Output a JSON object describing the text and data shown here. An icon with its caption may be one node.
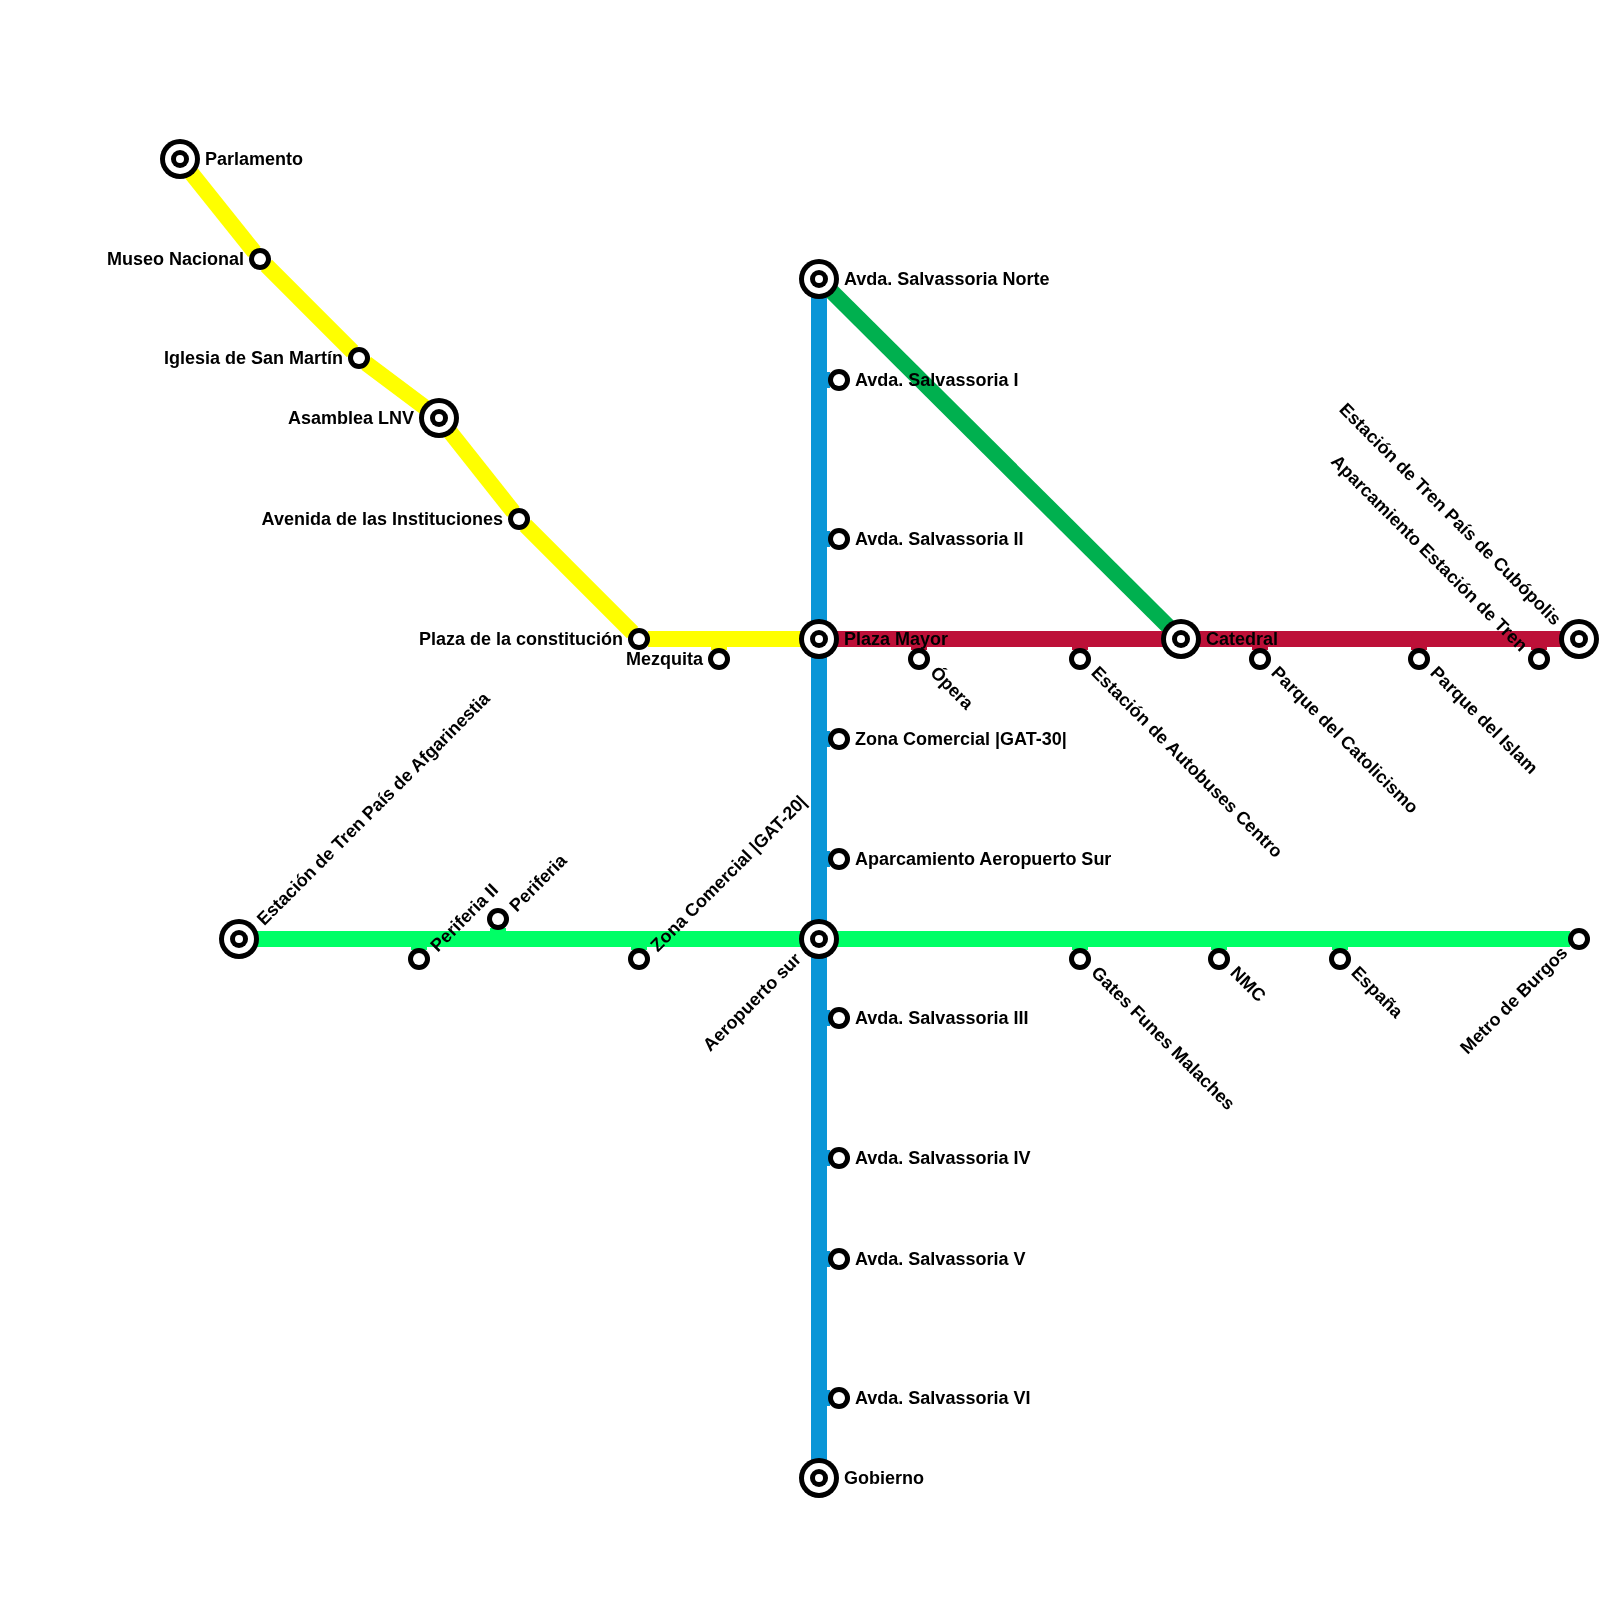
{
  "diagram": {
    "nodes": [
      {
        "text": [
          "Parlamento"
        ]
      },
      {
        "text": [
          "Museo Nacional"
        ]
      },
      {
        "text": [
          "Iglesia de San Martín"
        ]
      },
      {
        "text": [
          "Asamblea LNV"
        ]
      },
      {
        "text": [
          "Avenida de las Instituciones"
        ]
      },
      {
        "text": [
          "Plaza de la constitución"
        ]
      },
      {
        "text": [
          "Mezquita"
        ]
      },
      {
        "text": [
          "Plaza Mayor"
        ]
      },
      {
        "text": [
          "Avda. Salvassoria Norte"
        ]
      },
      {
        "text": [
          "Avda. Salvassoria I"
        ]
      },
      {
        "text": [
          "Avda. Salvassoria II"
        ]
      },
      {
        "text": [
          "Zona Comercial |GAT-30|"
        ]
      },
      {
        "text": [
          "Aparcamiento Aeropuerto Sur"
        ]
      },
      {
        "text": [
          "Aeropuerto sur"
        ]
      },
      {
        "text": [
          "Avda. Salvassoria III"
        ]
      },
      {
        "text": [
          "Avda. Salvassoria IV"
        ]
      },
      {
        "text": [
          "Avda. Salvassoria V"
        ]
      },
      {
        "text": [
          "Avda. Salvassoria VI"
        ]
      },
      {
        "text": [
          "Gobierno"
        ]
      },
      {
        "text": [
          "Catedral"
        ]
      },
      {
        "text": [
          "Ópera"
        ]
      },
      {
        "text": [
          "Estación de Autobuses Centro"
        ]
      },
      {
        "text": [
          "Parque del Catolicismo"
        ]
      },
      {
        "text": [
          "Parque del Islam"
        ]
      },
      {
        "text": [
          "Aparcamiento Estación de Tren"
        ]
      },
      {
        "text": [
          "Estación de Tren País de Cubópolis"
        ]
      },
      {
        "text": [
          "Estación de Tren País de Afgarinestia"
        ]
      },
      {
        "text": [
          "Periferia II"
        ]
      },
      {
        "text": [
          "Periferia"
        ]
      },
      {
        "text": [
          "Zona Comercial |GAT-20|"
        ]
      },
      {
        "text": [
          "Gates Funes Malaches"
        ]
      },
      {
        "text": [
          "NMC"
        ]
      },
      {
        "text": [
          "España"
        ]
      },
      {
        "text": [
          "Metro de Burgos"
        ]
      }
    ],
    "edges": [
      {
        "from": 0,
        "to": 1,
        "arrow": "none",
        "color": "#ffff00"
      },
      {
        "from": 1,
        "to": 2,
        "arrow": "none",
        "color": "#ffff00"
      },
      {
        "from": 2,
        "to": 3,
        "arrow": "none",
        "color": "#ffff00"
      },
      {
        "from": 3,
        "to": 4,
        "arrow": "none",
        "color": "#ffff00"
      },
      {
        "from": 4,
        "to": 5,
        "arrow": "none",
        "color": "#ffff00"
      },
      {
        "from": 5,
        "to": 6,
        "arrow": "none",
        "color": "#ffff00"
      },
      {
        "from": 6,
        "to": 7,
        "arrow": "none",
        "color": "#ffff00"
      },
      {
        "from": 8,
        "to": 9,
        "arrow": "none",
        "color": "#0a96d7"
      },
      {
        "from": 9,
        "to": 10,
        "arrow": "none",
        "color": "#0a96d7"
      },
      {
        "from": 10,
        "to": 7,
        "arrow": "none",
        "color": "#0a96d7"
      },
      {
        "from": 7,
        "to": 11,
        "arrow": "none",
        "color": "#0a96d7"
      },
      {
        "from": 11,
        "to": 12,
        "arrow": "none",
        "color": "#0a96d7"
      },
      {
        "from": 12,
        "to": 13,
        "arrow": "none",
        "color": "#0a96d7"
      },
      {
        "from": 13,
        "to": 14,
        "arrow": "none",
        "color": "#0a96d7"
      },
      {
        "from": 14,
        "to": 15,
        "arrow": "none",
        "color": "#0a96d7"
      },
      {
        "from": 15,
        "to": 16,
        "arrow": "none",
        "color": "#0a96d7"
      },
      {
        "from": 16,
        "to": 17,
        "arrow": "none",
        "color": "#0a96d7"
      },
      {
        "from": 17,
        "to": 18,
        "arrow": "none",
        "color": "#0a96d7"
      },
      {
        "from": 8,
        "to": 19,
        "arrow": "none",
        "color": "#00b04f"
      },
      {
        "from": 7,
        "to": 20,
        "arrow": "none",
        "color": "#bd1038"
      },
      {
        "from": 20,
        "to": 21,
        "arrow": "none",
        "color": "#bd1038"
      },
      {
        "from": 21,
        "to": 19,
        "arrow": "none",
        "color": "#bd1038"
      },
      {
        "from": 19,
        "to": 22,
        "arrow": "none",
        "color": "#bd1038"
      },
      {
        "from": 22,
        "to": 23,
        "arrow": "none",
        "color": "#bd1038"
      },
      {
        "from": 23,
        "to": 24,
        "arrow": "none",
        "color": "#bd1038"
      },
      {
        "from": 24,
        "to": 25,
        "arrow": "none",
        "color": "#bd1038"
      },
      {
        "from": 26,
        "to": 27,
        "arrow": "none",
        "color": "#00ff66"
      },
      {
        "from": 27,
        "to": 28,
        "arrow": "none",
        "color": "#00ff66"
      },
      {
        "from": 28,
        "to": 29,
        "arrow": "none",
        "color": "#00ff66"
      },
      {
        "from": 29,
        "to": 13,
        "arrow": "none",
        "color": "#00ff66"
      },
      {
        "from": 13,
        "to": 30,
        "arrow": "none",
        "color": "#00ff66"
      },
      {
        "from": 30,
        "to": 31,
        "arrow": "none",
        "color": "#00ff66"
      },
      {
        "from": 31,
        "to": 32,
        "arrow": "none",
        "color": "#00ff66"
      },
      {
        "from": 32,
        "to": 33,
        "arrow": "none",
        "color": "#00ff66"
      }
    ]
  }
}
